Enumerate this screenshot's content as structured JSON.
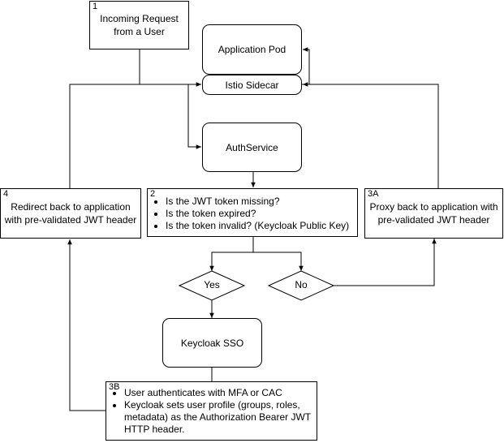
{
  "nodes": {
    "incoming": {
      "number": "1",
      "lines": [
        "Incoming Request",
        "from a User"
      ]
    },
    "app_pod": {
      "label": "Application Pod"
    },
    "sidecar": {
      "label": "Istio Sidecar"
    },
    "authservice": {
      "label": "AuthService"
    },
    "checks": {
      "number": "2",
      "items": [
        "Is the JWT token missing?",
        "Is the token expired?",
        "Is the token invalid? (Keycloak Public Key)"
      ]
    },
    "redirect": {
      "number": "4",
      "lines": [
        "Redirect back to application",
        "with pre-validated JWT header"
      ]
    },
    "proxy": {
      "number": "3A",
      "lines": [
        "Proxy back to application with",
        "pre-validated JWT header"
      ]
    },
    "yes": {
      "label": "Yes"
    },
    "no": {
      "label": "No"
    },
    "keycloak": {
      "label": "Keycloak SSO"
    },
    "auth": {
      "number": "3B",
      "items": [
        "User authenticates with MFA or CAC",
        "Keycloak sets user profile (groups, roles, metadata) as the Authorization Bearer JWT HTTP header."
      ]
    }
  },
  "colors": {
    "stroke": "#000000",
    "fill": "#ffffff"
  }
}
